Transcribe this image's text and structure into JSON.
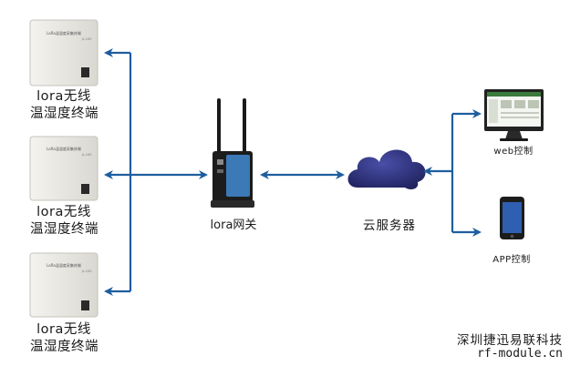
{
  "nodes": {
    "terminal_1": {
      "line1": "lora无线",
      "line2": "温湿度终端",
      "device_text": "LoRa温湿度采集终端",
      "device_model": "JL-100"
    },
    "terminal_2": {
      "line1": "lora无线",
      "line2": "温湿度终端",
      "device_text": "LoRa温湿度采集终端",
      "device_model": "JL-100"
    },
    "terminal_3": {
      "line1": "lora无线",
      "line2": "温湿度终端",
      "device_text": "LoRa温湿度采集终端",
      "device_model": "JL-100"
    },
    "gateway": {
      "label": "lora网关"
    },
    "cloud": {
      "label": "云服务器"
    },
    "web": {
      "label": "web控制"
    },
    "app": {
      "label": "APP控制"
    }
  },
  "footer": {
    "company": "深圳捷迅易联科技",
    "url": "rf-module.cn"
  },
  "colors": {
    "arrow": "#1e5e9e",
    "cloud": "#2c2f80",
    "device": "#ebeae4",
    "gateway_body": "#1c1c1c",
    "gateway_panel": "#3b79b7"
  }
}
